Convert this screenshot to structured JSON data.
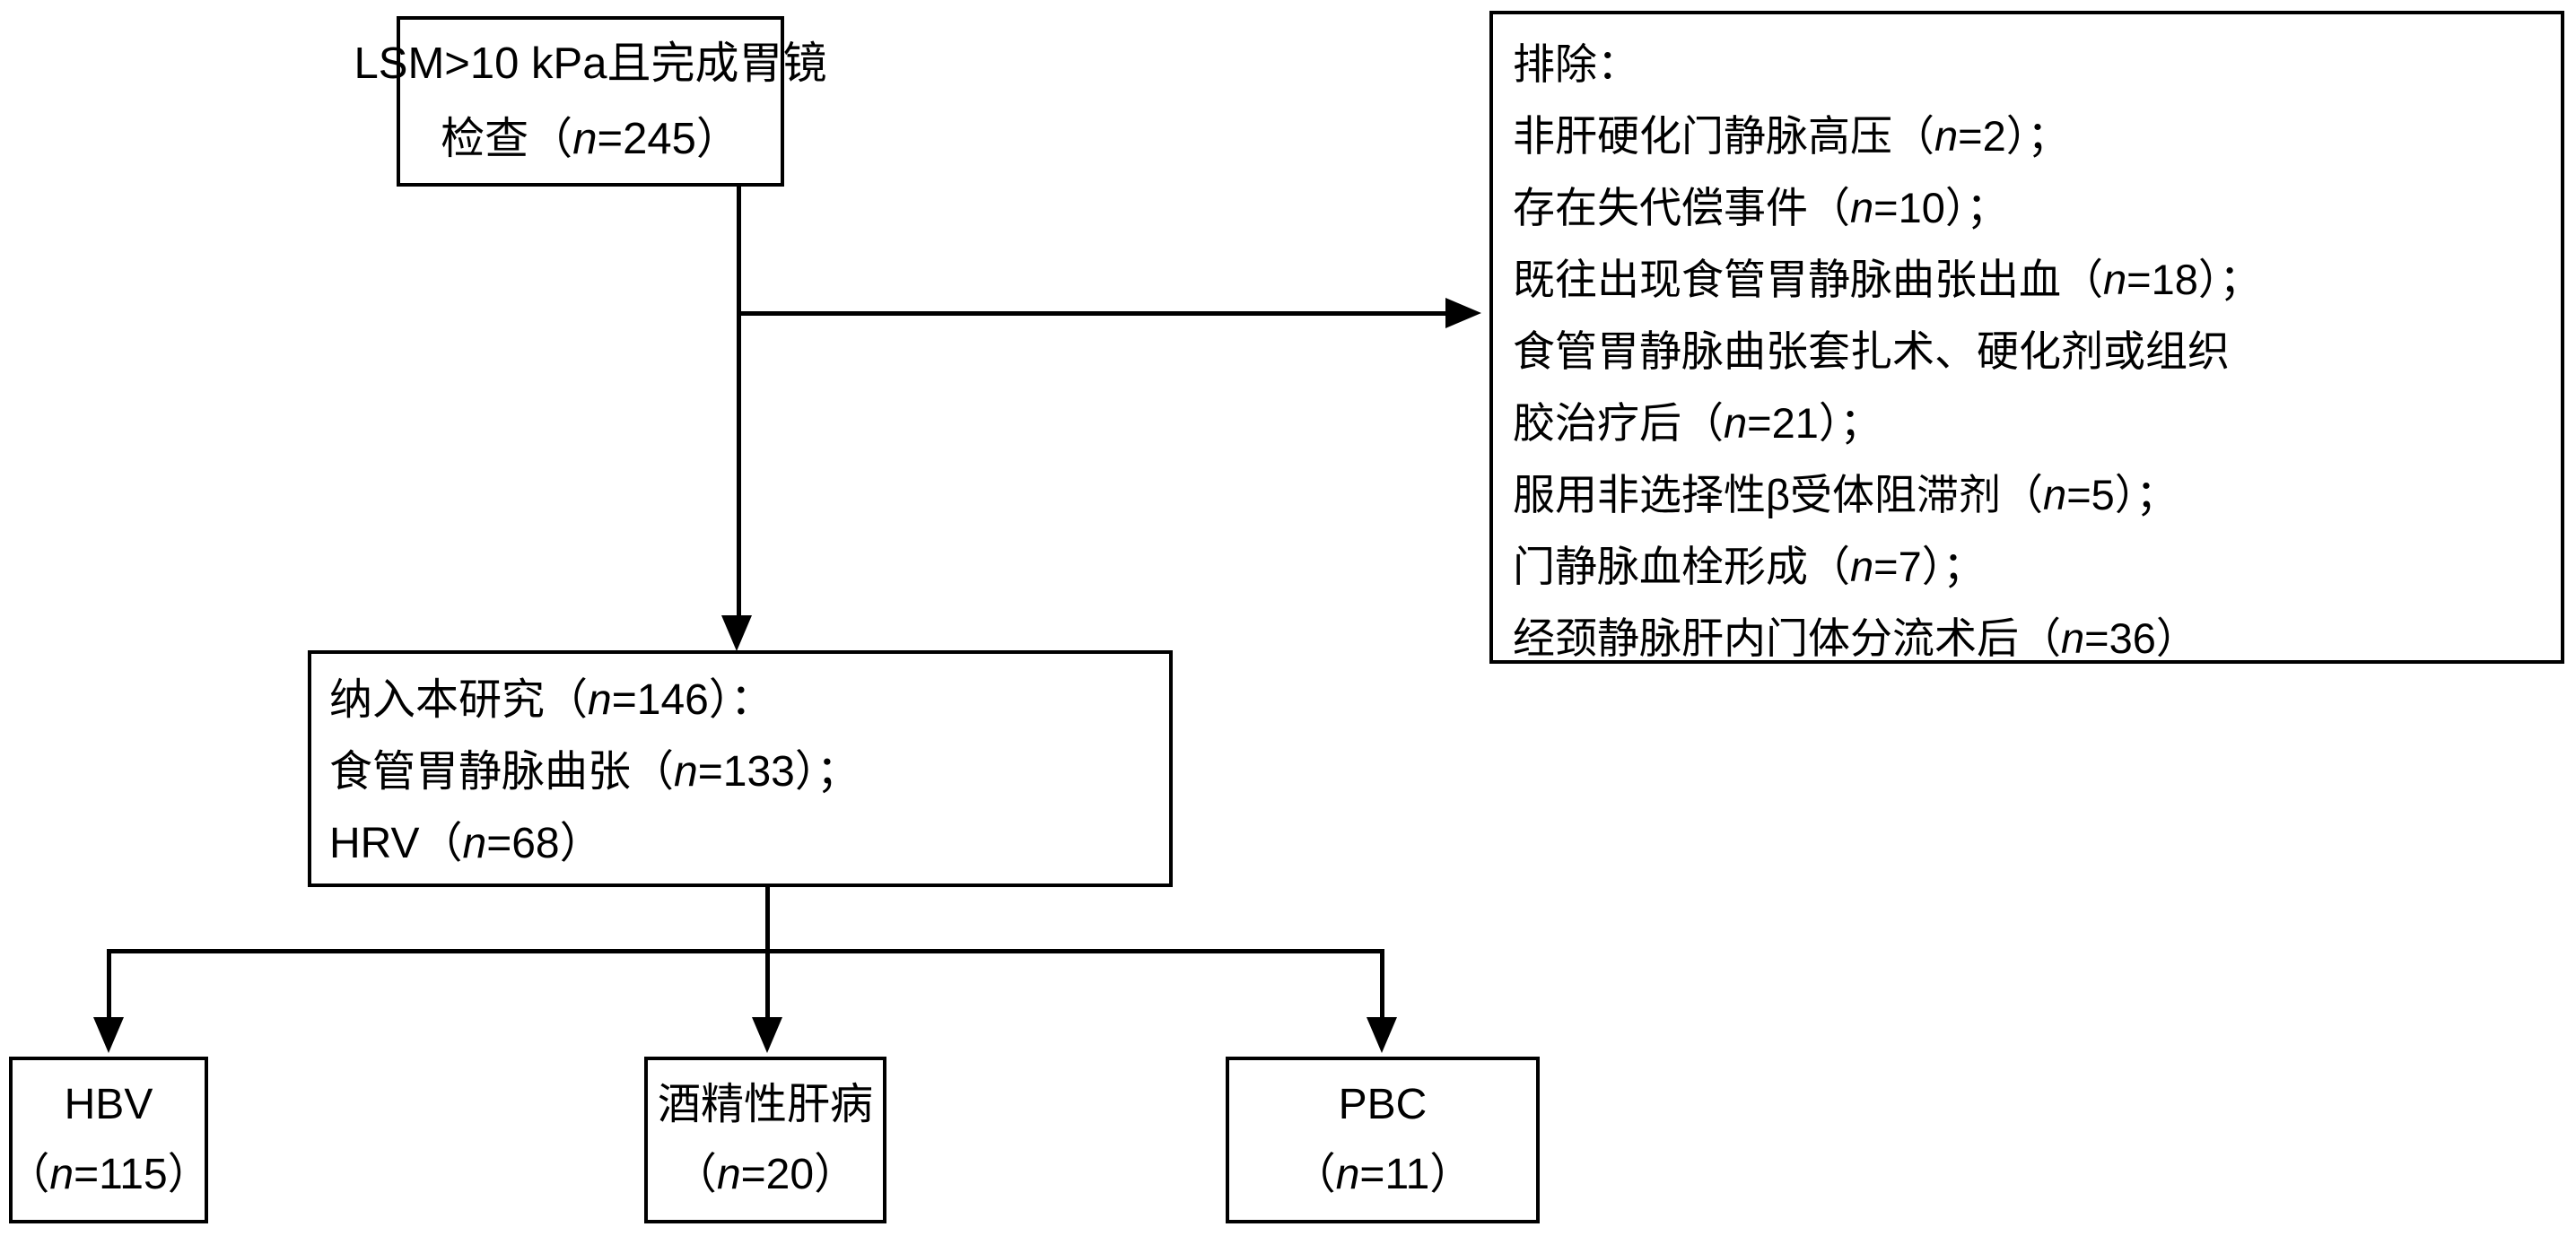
{
  "figure": {
    "type": "flowchart",
    "title": "Study participant selection flow diagram"
  },
  "boxes": {
    "top": {
      "name": "screened-cohort",
      "lines": [
        "LSM>10 kPa且完成胃镜",
        "检查（n=245）"
      ]
    },
    "exclusion": {
      "name": "exclusion-criteria",
      "lines": [
        "排除：",
        "非肝硬化门静脉高压（n=2）；",
        "存在失代偿事件（n=10）；",
        "既往出现食管胃静脉曲张出血（n=18）；",
        "食管胃静脉曲张套扎术、硬化剂或组织",
        "胶治疗后（n=21）；",
        "服用非选择性β受体阻滞剂（n=5）；",
        "门静脉血栓形成（n=7）；",
        "经颈静脉肝内门体分流术后（n=36）"
      ]
    },
    "included": {
      "name": "included-cohort",
      "lines": [
        "纳入本研究（n=146）：",
        "食管胃静脉曲张（n=133）；",
        "HRV（n=68）"
      ]
    },
    "etiology": [
      {
        "name": "hbv",
        "lines": [
          "HBV",
          "（n=115）"
        ]
      },
      {
        "name": "alcoholic-liver-disease",
        "lines": [
          "酒精性肝病",
          "（n=20）"
        ]
      },
      {
        "name": "pbc",
        "lines": [
          "PBC",
          "（n=11）"
        ]
      }
    ]
  },
  "counts": {
    "screened": 245,
    "included": 146,
    "gastroesophageal_varices": 133,
    "hrv": 68,
    "hbv": 115,
    "alcoholic_liver_disease": 20,
    "pbc": 11,
    "excluded_non_cirrhotic_portal_hypertension": 2,
    "excluded_decompensation_events": 10,
    "excluded_prior_variceal_bleeding": 18,
    "excluded_prior_ligation_sclerotherapy_glue": 21,
    "excluded_nsbb_use": 5,
    "excluded_portal_vein_thrombosis": 7,
    "excluded_tips": 36
  },
  "colors": {
    "stroke": "#000000",
    "background": "#ffffff",
    "text": "#000000"
  }
}
